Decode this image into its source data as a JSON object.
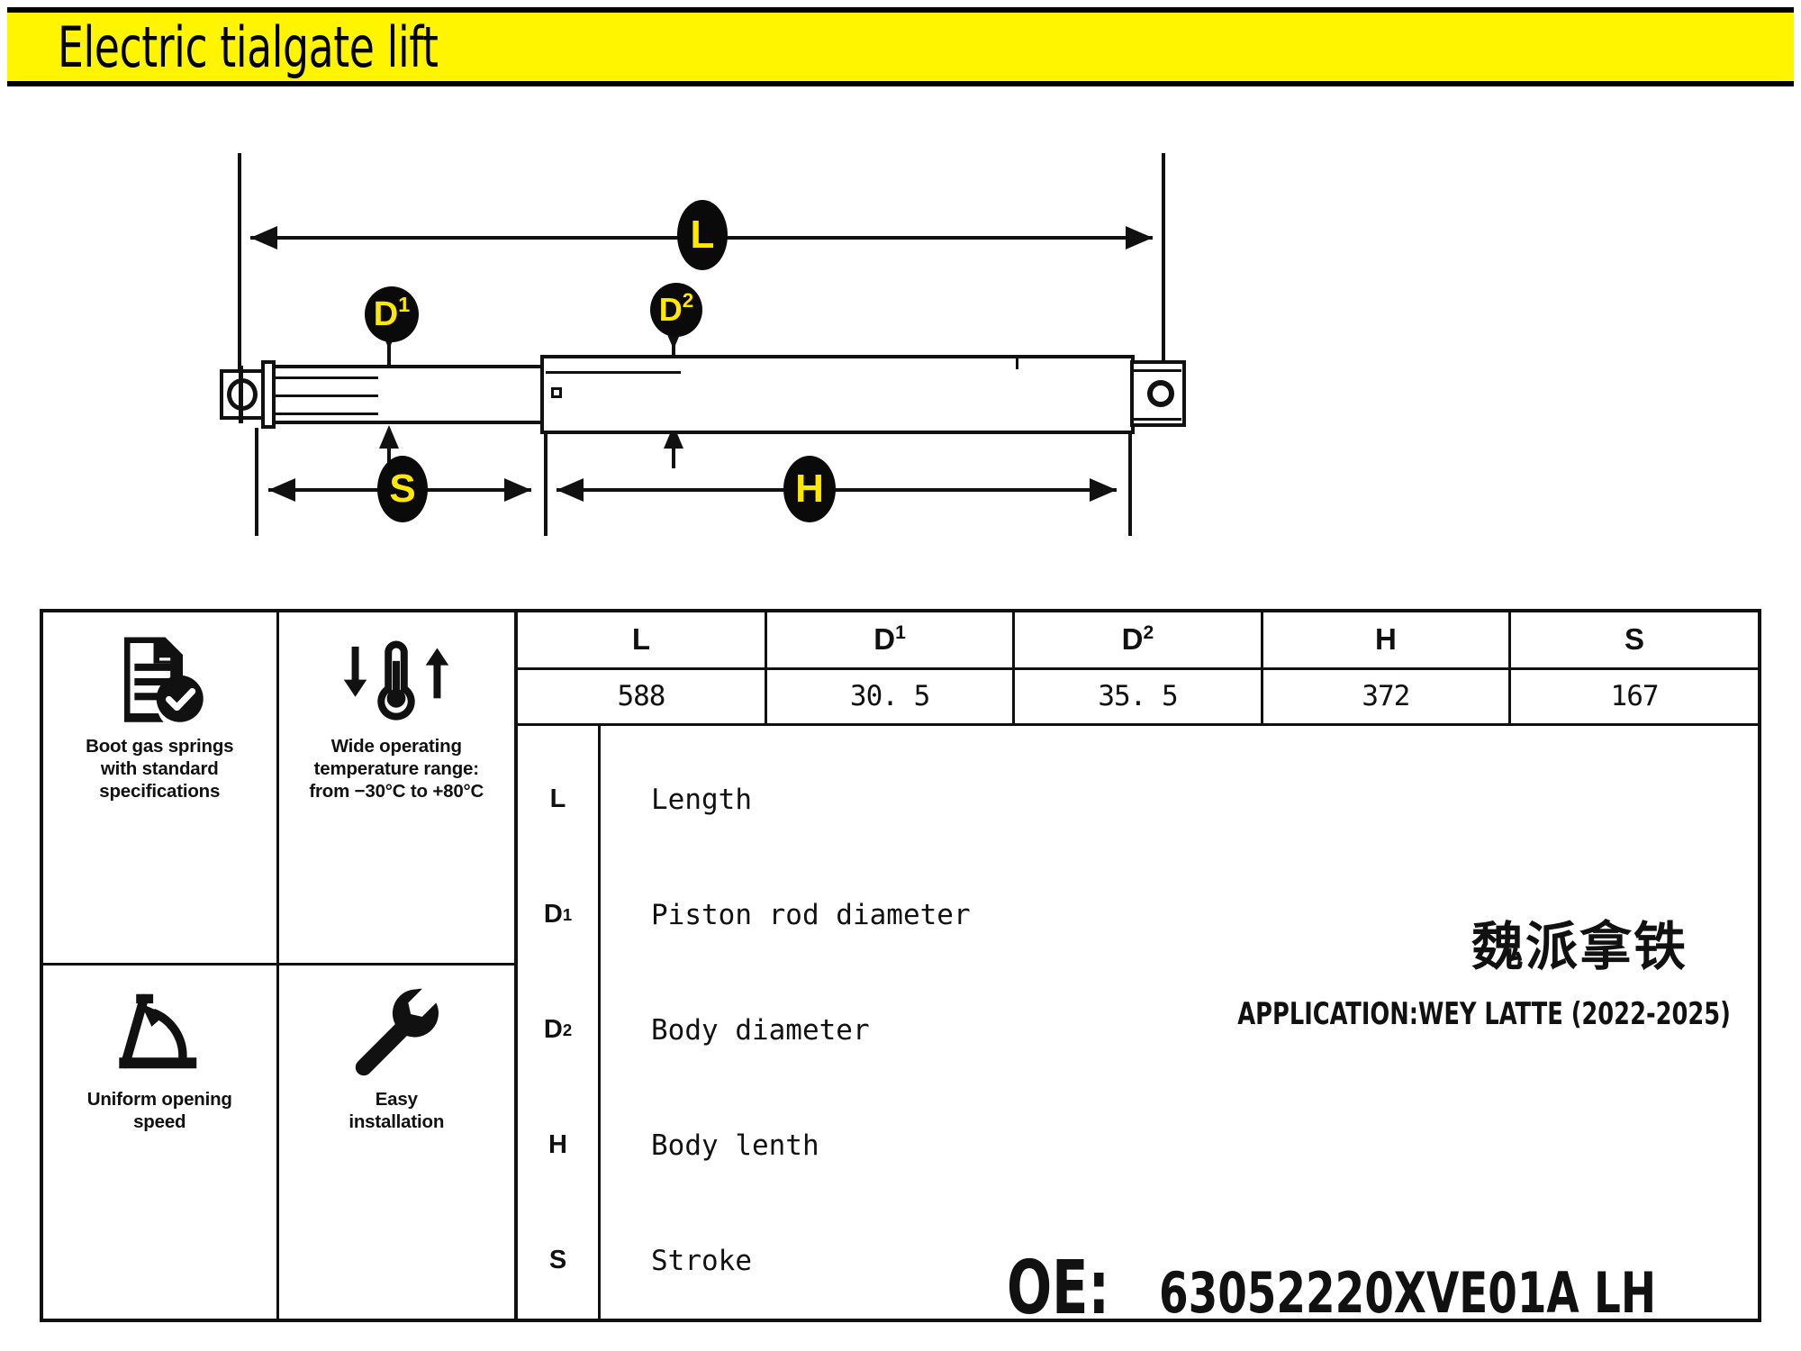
{
  "title": "Electric tialgate lift",
  "diagram": {
    "labels": {
      "overall_length": "L",
      "piston_rod_diameter": "D",
      "piston_rod_diameter_sup": "1",
      "body_diameter": "D",
      "body_diameter_sup": "2",
      "body_length": "H",
      "stroke": "S"
    }
  },
  "features": [
    {
      "icon": "document-check-icon",
      "label": "Boot gas springs\nwith standard\nspecifications"
    },
    {
      "icon": "thermometer-icon",
      "label": "Wide operating\ntemperature range:\nfrom −30°C to +80°C"
    },
    {
      "icon": "angle-open-icon",
      "label": "Uniform opening\nspeed"
    },
    {
      "icon": "wrench-icon",
      "label": "Easy\ninstallation"
    }
  ],
  "spec_table": {
    "headers": [
      {
        "base": "L",
        "sup": ""
      },
      {
        "base": "D",
        "sup": "1"
      },
      {
        "base": "D",
        "sup": "2"
      },
      {
        "base": "H",
        "sup": ""
      },
      {
        "base": "S",
        "sup": ""
      }
    ],
    "values": [
      "588",
      "30. 5",
      "35. 5",
      "372",
      "167"
    ]
  },
  "legend": [
    {
      "key": "L",
      "sup": "",
      "desc": "Length"
    },
    {
      "key": "D",
      "sup": "1",
      "desc": "Piston rod diameter"
    },
    {
      "key": "D",
      "sup": "2",
      "desc": "Body diameter"
    },
    {
      "key": "H",
      "sup": "",
      "desc": "Body lenth"
    },
    {
      "key": "S",
      "sup": "",
      "desc": "Stroke"
    }
  ],
  "brand_cn": "魏派拿铁",
  "application": "APPLICATION:WEY LATTE (2022-2025)",
  "oe": {
    "label": "OE:",
    "value": "63052220XVE01A  LH"
  },
  "colors": {
    "banner_bg": "#FFF500",
    "badge_bg": "#0A0A0A",
    "badge_text": "#FFE800",
    "line": "#111111"
  }
}
